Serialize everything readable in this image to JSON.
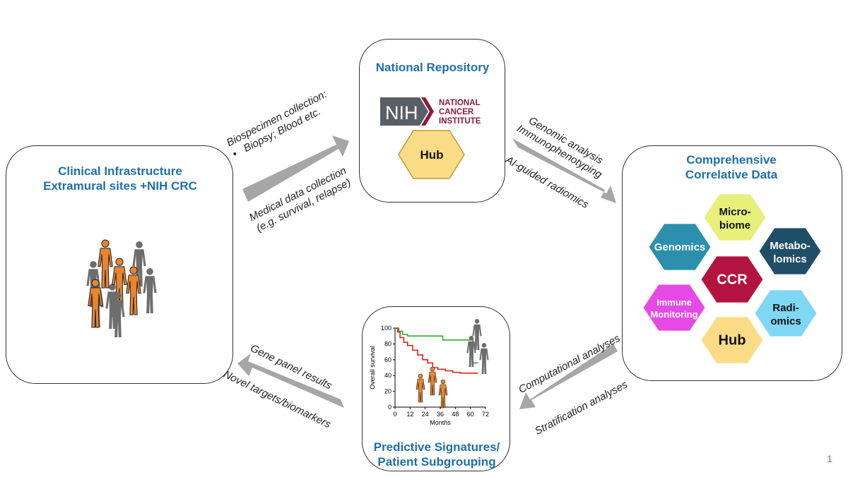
{
  "clinical": {
    "title_line1": "Clinical Infrastructure",
    "title_line2": "Extramural sites +NIH CRC"
  },
  "repository": {
    "title": "National Repository",
    "nih_logo_text": "NIH",
    "nci_line1": "NATIONAL",
    "nci_line2": "CANCER",
    "nci_line3": "INSTITUTE",
    "hub_label": "Hub"
  },
  "correlative": {
    "title_line1": "Comprehensive",
    "title_line2": "Correlative Data",
    "hexes": [
      {
        "label1": "Micro-",
        "label2": "biome",
        "color": "#e6f07a",
        "text_color": "#111111"
      },
      {
        "label1": "Genomics",
        "label2": "",
        "color": "#2c8fae",
        "text_color": "#ffffff"
      },
      {
        "label1": "Metabo-",
        "label2": "lomics",
        "color": "#1f4e66",
        "text_color": "#ffffff"
      },
      {
        "label1": "CCR",
        "label2": "",
        "color": "#b3143f",
        "text_color": "#ffffff"
      },
      {
        "label1": "Immune",
        "label2": "Monitoring",
        "color": "#e64ae6",
        "text_color": "#ffffff"
      },
      {
        "label1": "Radi-",
        "label2": "omics",
        "color": "#7fd7f5",
        "text_color": "#111111"
      },
      {
        "label1": "Hub",
        "label2": "",
        "color": "#fbdc86",
        "text_color": "#111111"
      }
    ]
  },
  "signatures": {
    "title_line1": "Predictive Signatures/",
    "title_line2": "Patient Subgrouping"
  },
  "arrows": {
    "biospecimen_line1": "Biospecimen collection:",
    "biospecimen_line2": "Biopsy; Blood etc.",
    "bullet": "•",
    "medical_line1": "Medical data collection",
    "medical_line2": "(e.g. survival, relapse)",
    "genomic_line1": "Genomic analysis",
    "genomic_line2": "Immunophenotyping",
    "ai_radiomics": "AI-guided radiomics",
    "computational": "Computational analyses",
    "stratification": "Stratification analyses",
    "gene_panel": "Gene panel results",
    "novel_targets": "Novel targets/biomarkers"
  },
  "chart_data": {
    "type": "line",
    "xlabel": "Months",
    "ylabel": "Overall survival",
    "xticks": [
      0,
      12,
      24,
      36,
      48,
      60,
      72
    ],
    "yticks": [
      0,
      20,
      40,
      60,
      80,
      100
    ],
    "xlim": [
      0,
      72
    ],
    "ylim": [
      0,
      100
    ],
    "series": [
      {
        "color": "#2eaa2e",
        "points": [
          [
            0,
            100
          ],
          [
            3,
            96
          ],
          [
            6,
            92
          ],
          [
            10,
            90
          ],
          [
            36,
            90
          ],
          [
            38,
            85
          ],
          [
            60,
            85
          ],
          [
            62,
            56
          ],
          [
            66,
            56
          ]
        ]
      },
      {
        "color": "#d8261c",
        "points": [
          [
            0,
            100
          ],
          [
            2,
            95
          ],
          [
            4,
            88
          ],
          [
            7,
            82
          ],
          [
            10,
            78
          ],
          [
            14,
            72
          ],
          [
            18,
            66
          ],
          [
            22,
            60
          ],
          [
            26,
            56
          ],
          [
            30,
            50
          ],
          [
            34,
            48
          ],
          [
            40,
            46
          ],
          [
            46,
            44
          ],
          [
            52,
            43
          ],
          [
            66,
            43
          ]
        ]
      }
    ]
  },
  "slide_number": "1"
}
